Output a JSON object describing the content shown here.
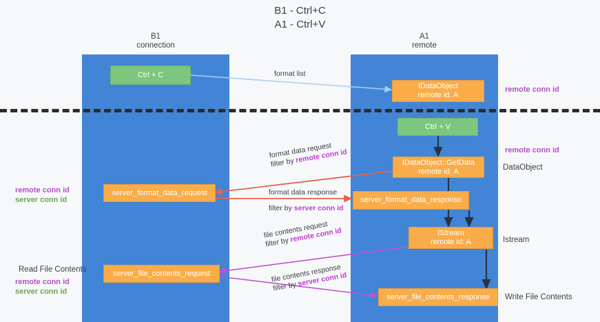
{
  "title": {
    "line1": "B1 - Ctrl+C",
    "line2": "A1 - Ctrl+V"
  },
  "columns": {
    "left": {
      "name": "B1",
      "role": "connection"
    },
    "right": {
      "name": "A1",
      "role": "remote"
    }
  },
  "nodes": {
    "ctrl_c": {
      "label": "Ctrl + C"
    },
    "idataobject_top": {
      "label": "IDataObject",
      "sub": "remote id: A"
    },
    "ctrl_v": {
      "label": "Ctrl + V"
    },
    "getdata": {
      "label": "IDataObject::GetData",
      "sub": "remote id: A"
    },
    "server_format_data_request": {
      "label": "server_format_data_request"
    },
    "server_format_data_response": {
      "label": "server_format_data_response"
    },
    "istream": {
      "label": "IStream",
      "sub": "remote id: A"
    },
    "server_file_contents_request": {
      "label": "server_file_contents_request"
    },
    "server_file_contents_response": {
      "label": "server_file_contents_response"
    }
  },
  "edges": {
    "format_list": {
      "label": "format list"
    },
    "format_data_request": {
      "label": "format data request",
      "filter_prefix": "filter by ",
      "filter_key": "remote conn id"
    },
    "format_data_response": {
      "label": "format data response",
      "filter_prefix": "filter by ",
      "filter_key": "server conn id"
    },
    "file_contents_request": {
      "label": "file contents request",
      "filter_prefix": "filter by ",
      "filter_key": "remote conn id"
    },
    "file_contents_response": {
      "label": "file contents response",
      "filter_prefix": "filter by ",
      "filter_key": "server conn id"
    }
  },
  "annotations": {
    "remote_conn_id_top": "remote conn id",
    "remote_conn_id_mid": "remote conn id",
    "dataobject": "DataObject",
    "istream": "Istream",
    "write_file_contents": "Write File Contents",
    "read_file_contents": "Read File Contents",
    "left_keys_mid": {
      "remote": "remote conn id",
      "server": "server conn id"
    },
    "left_keys_bottom": {
      "remote": "remote conn id",
      "server": "server conn id"
    }
  },
  "colors": {
    "lane": "#4285d6",
    "node_green": "#7dc67d",
    "node_orange": "#f9ac48",
    "purple": "#b24fc4",
    "green_text": "#6aa84f",
    "arrow_blue": "#a8cdf0",
    "arrow_red": "#e8604c",
    "arrow_magenta": "#c24fd4",
    "arrow_dark": "#243447",
    "divider": "#2b2b2b",
    "background": "#f7f8fa"
  }
}
